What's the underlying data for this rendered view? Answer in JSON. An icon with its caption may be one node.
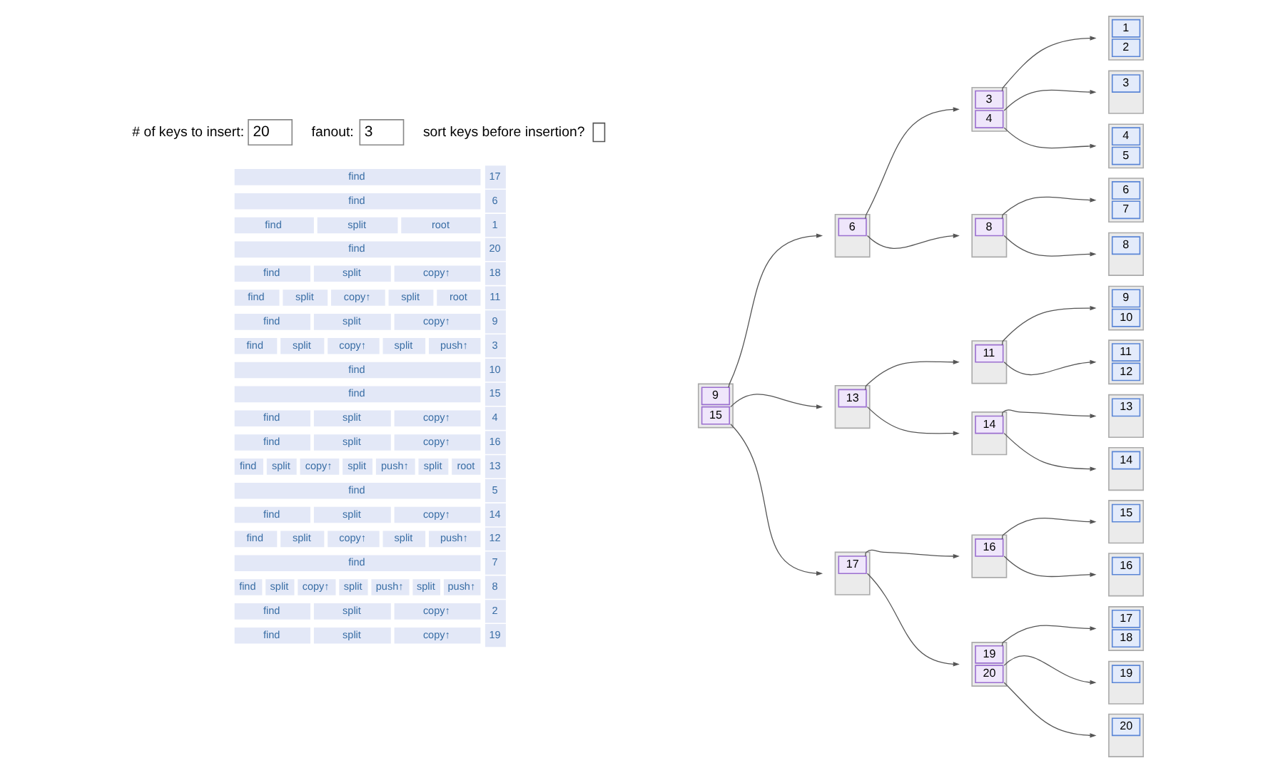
{
  "diagram": {
    "nodes": [
      {
        "text": [
          "9",
          "15"
        ]
      },
      {
        "text": [
          "6"
        ]
      },
      {
        "text": [
          "13"
        ]
      },
      {
        "text": [
          "17"
        ]
      },
      {
        "text": [
          "3",
          "4"
        ]
      },
      {
        "text": [
          "8"
        ]
      },
      {
        "text": [
          "11"
        ]
      },
      {
        "text": [
          "14"
        ]
      },
      {
        "text": [
          "16"
        ]
      },
      {
        "text": [
          "19",
          "20"
        ]
      },
      {
        "text": [
          "1",
          "2"
        ]
      },
      {
        "text": [
          "3"
        ]
      },
      {
        "text": [
          "4",
          "5"
        ]
      },
      {
        "text": [
          "6",
          "7"
        ]
      },
      {
        "text": [
          "8"
        ]
      },
      {
        "text": [
          "9",
          "10"
        ]
      },
      {
        "text": [
          "11",
          "12"
        ]
      },
      {
        "text": [
          "13"
        ]
      },
      {
        "text": [
          "14"
        ]
      },
      {
        "text": [
          "15"
        ]
      },
      {
        "text": [
          "16"
        ]
      },
      {
        "text": [
          "17",
          "18"
        ]
      },
      {
        "text": [
          "19"
        ]
      },
      {
        "text": [
          "20"
        ]
      }
    ],
    "edges": [
      {
        "from": 0,
        "to": 1,
        "arrow": "to"
      },
      {
        "from": 0,
        "to": 2,
        "arrow": "to"
      },
      {
        "from": 0,
        "to": 3,
        "arrow": "to"
      },
      {
        "from": 1,
        "to": 4,
        "arrow": "to"
      },
      {
        "from": 1,
        "to": 5,
        "arrow": "to"
      },
      {
        "from": 2,
        "to": 6,
        "arrow": "to"
      },
      {
        "from": 2,
        "to": 7,
        "arrow": "to"
      },
      {
        "from": 3,
        "to": 8,
        "arrow": "to"
      },
      {
        "from": 3,
        "to": 9,
        "arrow": "to"
      },
      {
        "from": 4,
        "to": 10,
        "arrow": "to"
      },
      {
        "from": 4,
        "to": 11,
        "arrow": "to"
      },
      {
        "from": 4,
        "to": 12,
        "arrow": "to"
      },
      {
        "from": 5,
        "to": 13,
        "arrow": "to"
      },
      {
        "from": 5,
        "to": 14,
        "arrow": "to"
      },
      {
        "from": 6,
        "to": 15,
        "arrow": "to"
      },
      {
        "from": 6,
        "to": 16,
        "arrow": "to"
      },
      {
        "from": 7,
        "to": 17,
        "arrow": "to"
      },
      {
        "from": 7,
        "to": 18,
        "arrow": "to"
      },
      {
        "from": 8,
        "to": 19,
        "arrow": "to"
      },
      {
        "from": 8,
        "to": 20,
        "arrow": "to"
      },
      {
        "from": 9,
        "to": 21,
        "arrow": "to"
      },
      {
        "from": 9,
        "to": 22,
        "arrow": "to"
      },
      {
        "from": 9,
        "to": 23,
        "arrow": "to"
      }
    ],
    "labels": [
      "# of keys to insert:",
      "20",
      "fanout:",
      "3",
      "sort keys before insertion?",
      "find",
      "17",
      "find",
      "6",
      "find",
      "split",
      "root",
      "1",
      "find",
      "20",
      "find",
      "split",
      "copy↑",
      "18",
      "find",
      "split",
      "copy↑",
      "split",
      "root",
      "11",
      "find",
      "split",
      "copy↑",
      "9",
      "find",
      "split",
      "copy↑",
      "split",
      "push↑",
      "3",
      "find",
      "10",
      "find",
      "15",
      "find",
      "split",
      "copy↑",
      "4",
      "find",
      "split",
      "copy↑",
      "16",
      "find",
      "split",
      "copy↑",
      "split",
      "push↑",
      "split",
      "root",
      "13",
      "find",
      "5",
      "find",
      "split",
      "copy↑",
      "14",
      "find",
      "split",
      "copy↑",
      "split",
      "push↑",
      "12",
      "find",
      "7",
      "find",
      "split",
      "copy↑",
      "split",
      "push↑",
      "split",
      "push↑",
      "8",
      "find",
      "split",
      "copy↑",
      "2",
      "find",
      "split",
      "copy↑",
      "19"
    ]
  }
}
